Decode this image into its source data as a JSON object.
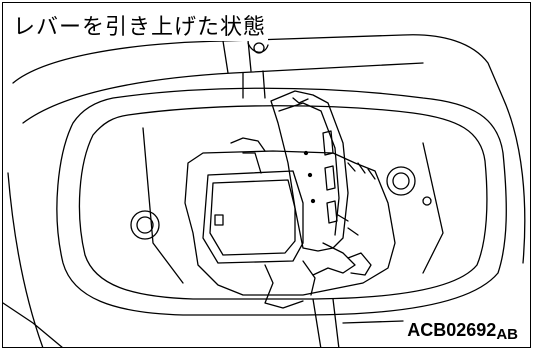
{
  "figure": {
    "title": "レバーを引き上げた状態",
    "code_main": "ACB02692",
    "code_suffix": "AB"
  }
}
